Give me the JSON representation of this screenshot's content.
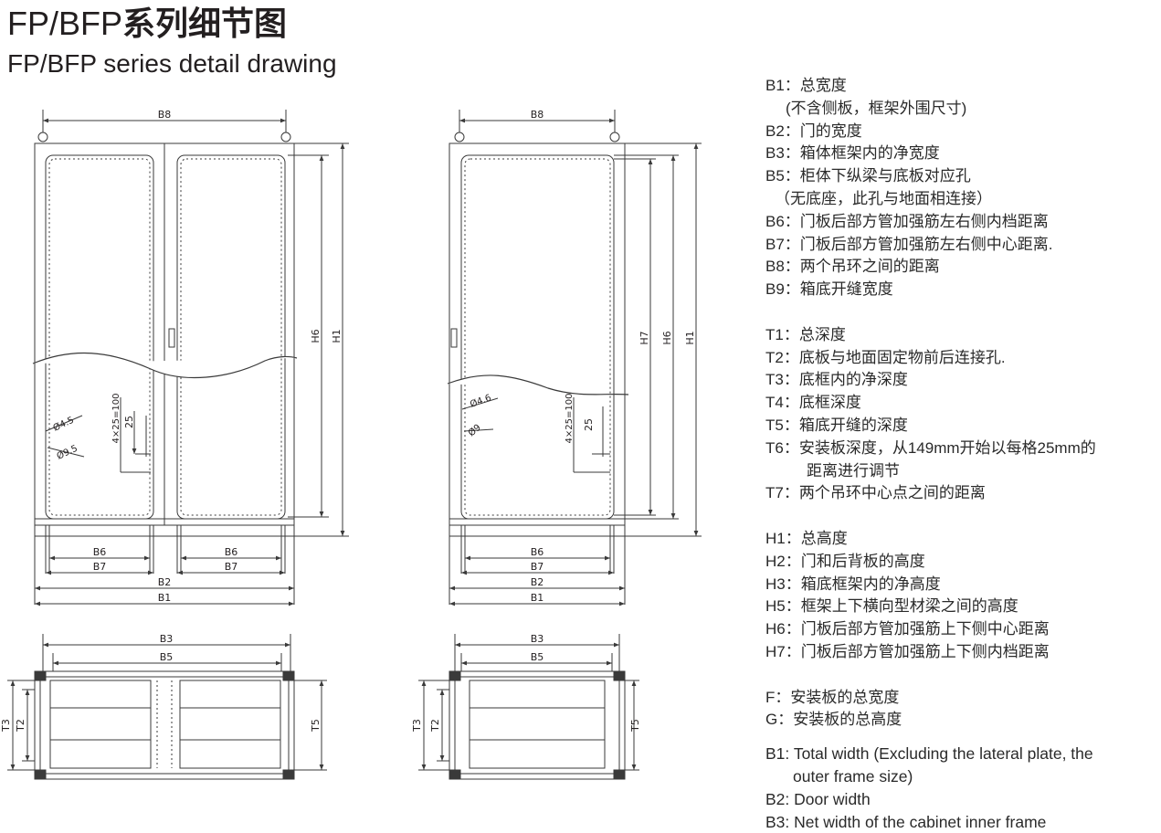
{
  "title": {
    "cn_prefix": "FP/BFP",
    "cn_bold": "系列细节图",
    "en": "FP/BFP series detail drawing"
  },
  "drawing_labels": {
    "B8": "B8",
    "B6": "B6",
    "B7": "B7",
    "B2": "B2",
    "B1": "B1",
    "B3": "B3",
    "B5": "B5",
    "H6": "H6",
    "H1": "H1",
    "H7": "H7",
    "T3": "T3",
    "T2": "T2",
    "T5": "T5",
    "pitch": "4×25=100",
    "pitch_step": "25",
    "hole_large_left": "Ø4.5",
    "hole_small_left": "Ø9.5",
    "hole_large_right": "Ø4.6",
    "hole_small_right": "Ø9"
  },
  "legend": {
    "b1": "B1：总宽度",
    "b1_note": "(不含侧板，框架外围尺寸)",
    "b2": "B2：门的宽度",
    "b3": "B3：箱体框架内的净宽度",
    "b5": "B5：柜体下纵梁与底板对应孔",
    "b5_note": "（无底座，此孔与地面相连接）",
    "b6": "B6：门板后部方管加强筋左右侧内档距离",
    "b7": "B7：门板后部方管加强筋左右侧中心距离.",
    "b8": "B8：两个吊环之间的距离",
    "b9": "B9：箱底开缝宽度",
    "t1": "T1：总深度",
    "t2": "T2：底板与地面固定物前后连接孔.",
    "t3": "T3：底框内的净深度",
    "t4": "T4：底框深度",
    "t5": "T5：箱底开缝的深度",
    "t6": "T6：安装板深度，从149mm开始以每格25mm的",
    "t6_cont": "距离进行调节",
    "t7": "T7：两个吊环中心点之间的距离",
    "h1": "H1：总高度",
    "h2": "H2：门和后背板的高度",
    "h3": "H3：箱底框架内的净高度",
    "h5": "H5：框架上下横向型材梁之间的高度",
    "h6": "H6：门板后部方管加强筋上下侧中心距离",
    "h7": "H7：门板后部方管加强筋上下侧内档距离",
    "f": "F：安装板的总宽度",
    "g": "G：安装板的总高度",
    "en_b1": "B1: Total width (Excluding the lateral plate, the",
    "en_b1_cont": "outer frame size)",
    "en_b2": "B2: Door width",
    "en_b3": "B3: Net width of the cabinet inner frame"
  },
  "colors": {
    "line": "#3a3a3a",
    "text": "#231f20"
  }
}
